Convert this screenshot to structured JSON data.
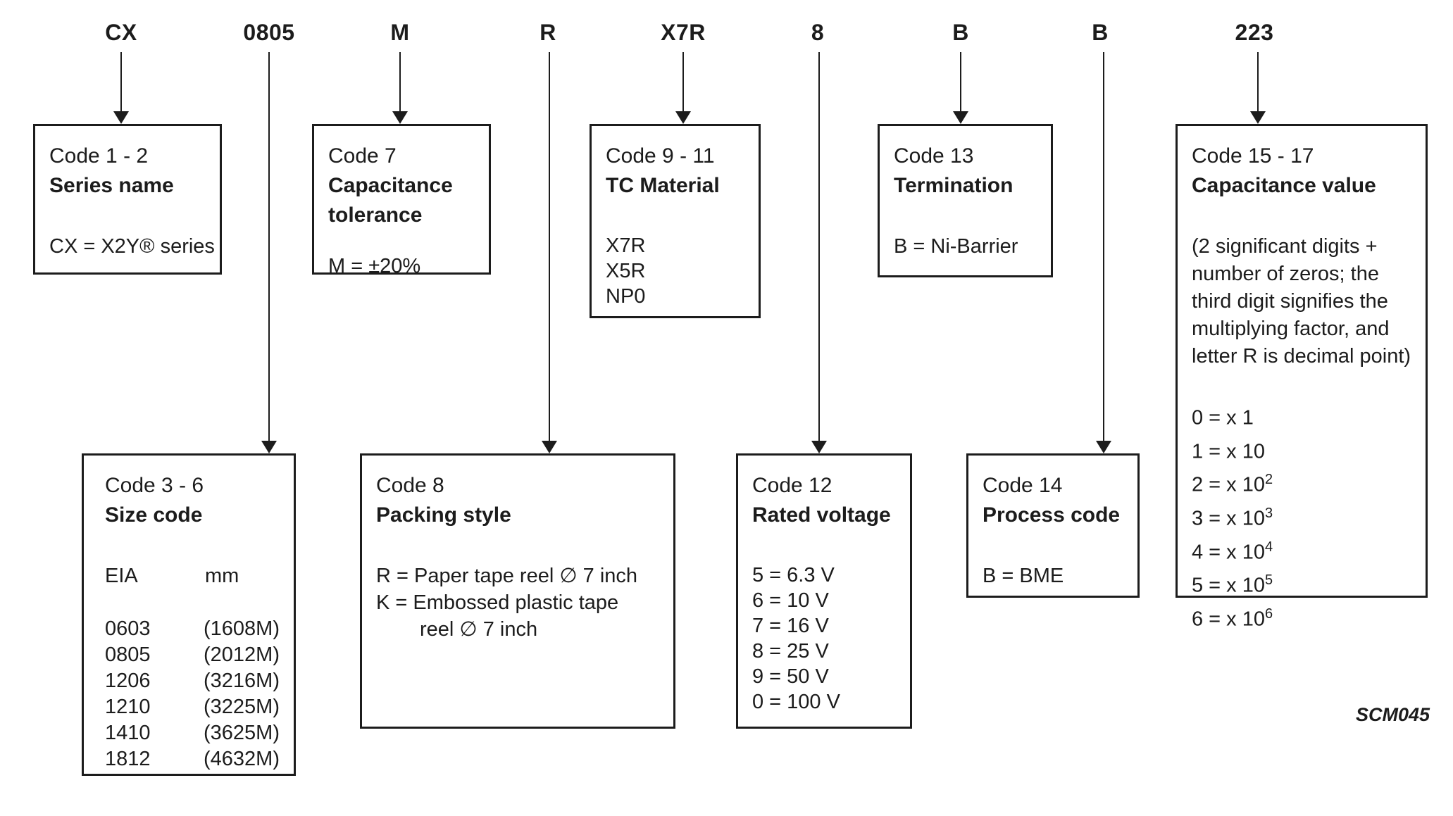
{
  "diagram": {
    "figure_id": "SCM045",
    "codes": [
      "CX",
      "0805",
      "M",
      "R",
      "X7R",
      "8",
      "B",
      "B",
      "223"
    ],
    "boxes": {
      "series": {
        "code_range": "Code 1 - 2",
        "title": "Series name",
        "body": "CX = X2Y® series"
      },
      "tolerance": {
        "code_range": "Code 7",
        "title": "Capacitance tolerance",
        "body": "M = ±20%"
      },
      "tc_material": {
        "code_range": "Code 9 - 11",
        "title": "TC Material",
        "items": [
          "X7R",
          "X5R",
          "NP0"
        ]
      },
      "termination": {
        "code_range": "Code 13",
        "title": "Termination",
        "body": "B = Ni-Barrier"
      },
      "capacitance_value": {
        "code_range": "Code 15 - 17",
        "title": "Capacitance value",
        "note_lines": [
          "(2 significant digits +",
          "number of zeros; the",
          "third digit signifies the",
          "multiplying factor, and",
          "letter R is decimal point)"
        ],
        "multipliers": [
          {
            "base": "0 = x 1",
            "exp": ""
          },
          {
            "base": "1 = x 10",
            "exp": ""
          },
          {
            "base": "2 = x 10",
            "exp": "2"
          },
          {
            "base": "3 = x 10",
            "exp": "3"
          },
          {
            "base": "4 = x 10",
            "exp": "4"
          },
          {
            "base": "5 = x 10",
            "exp": "5"
          },
          {
            "base": "6 = x 10",
            "exp": "6"
          }
        ]
      },
      "size": {
        "code_range": "Code 3 - 6",
        "title": "Size code",
        "col1": "EIA",
        "col2": "mm",
        "rows": [
          {
            "eia": "0603",
            "mm": "(1608M)"
          },
          {
            "eia": "0805",
            "mm": "(2012M)"
          },
          {
            "eia": "1206",
            "mm": "(3216M)"
          },
          {
            "eia": "1210",
            "mm": "(3225M)"
          },
          {
            "eia": "1410",
            "mm": "(3625M)"
          },
          {
            "eia": "1812",
            "mm": "(4632M)"
          }
        ]
      },
      "packing": {
        "code_range": "Code 8",
        "title": "Packing style",
        "line1": "R = Paper tape reel ∅ 7 inch",
        "line2": "K = Embossed plastic tape",
        "line3": "reel ∅ 7 inch"
      },
      "voltage": {
        "code_range": "Code 12",
        "title": "Rated voltage",
        "items": [
          "5 = 6.3 V",
          "6 = 10 V",
          "7 = 16 V",
          "8 = 25 V",
          "9 = 50 V",
          "0 = 100 V"
        ]
      },
      "process": {
        "code_range": "Code 14",
        "title": "Process code",
        "body": "B = BME"
      }
    }
  }
}
